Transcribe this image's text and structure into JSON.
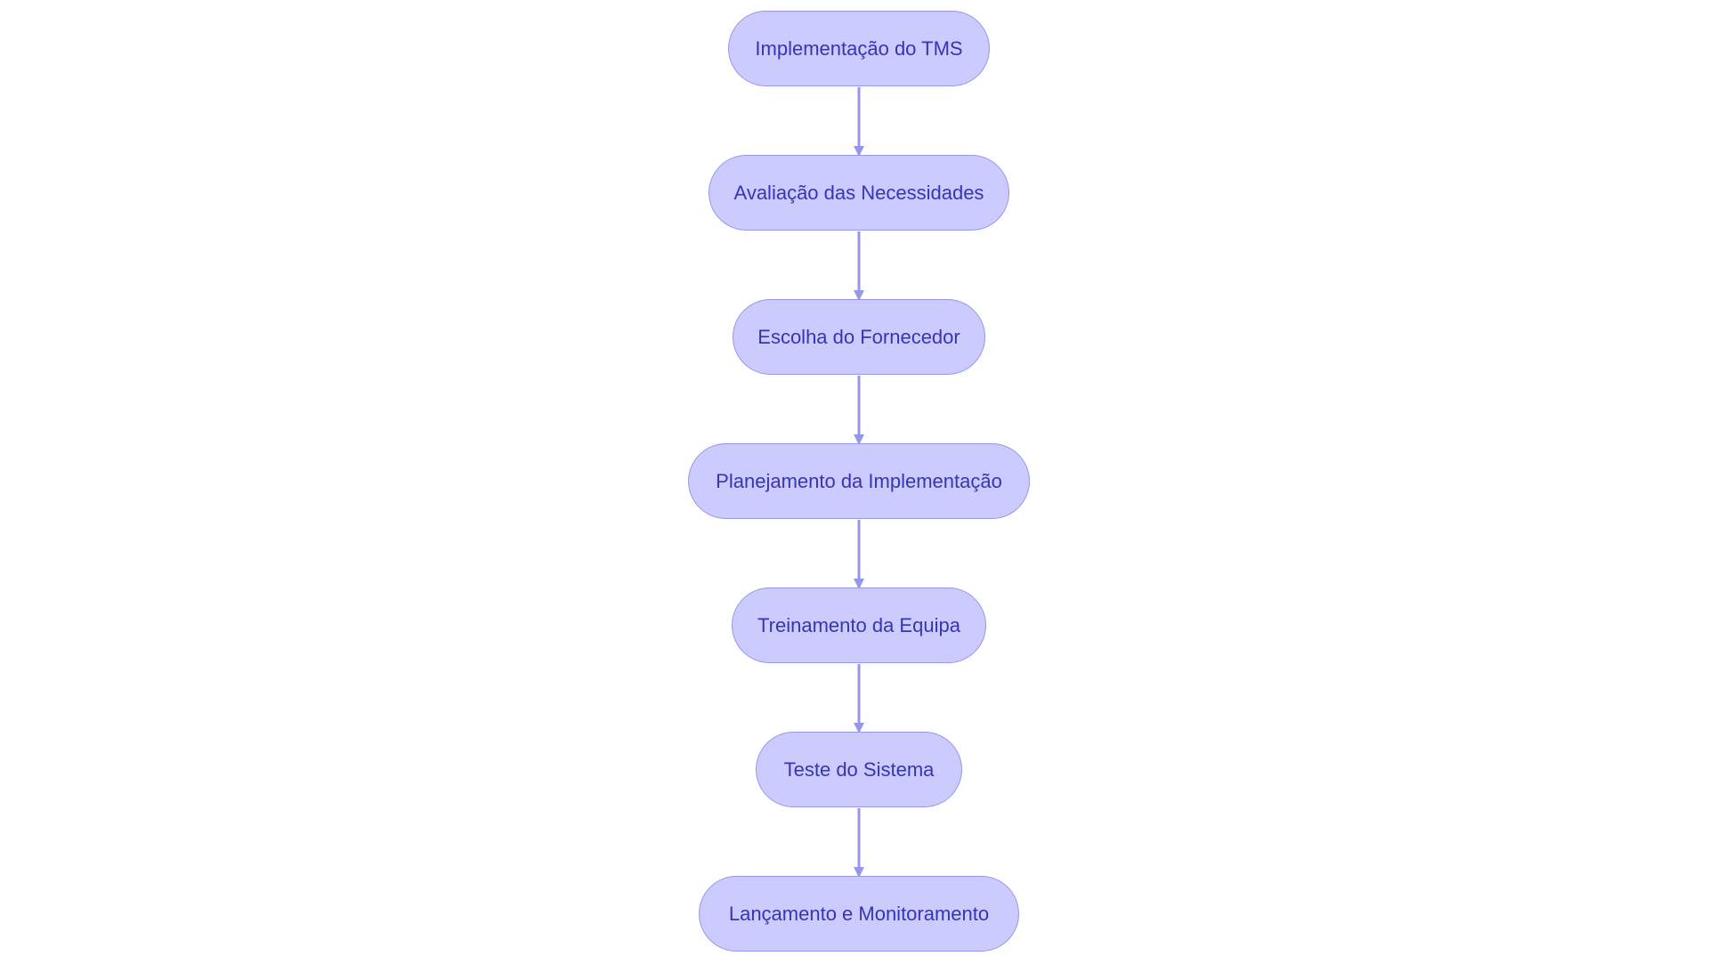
{
  "diagram": {
    "type": "flowchart",
    "direction": "top-down",
    "colors": {
      "node_fill": "#cbcbfe",
      "node_border": "#9696ea",
      "node_text": "#3535b6",
      "edge": "#9696ea"
    },
    "nodes": [
      {
        "id": "n1",
        "label": "Implementação do TMS"
      },
      {
        "id": "n2",
        "label": "Avaliação das Necessidades"
      },
      {
        "id": "n3",
        "label": "Escolha do Fornecedor"
      },
      {
        "id": "n4",
        "label": "Planejamento da Implementação"
      },
      {
        "id": "n5",
        "label": "Treinamento da Equipa"
      },
      {
        "id": "n6",
        "label": "Teste do Sistema"
      },
      {
        "id": "n7",
        "label": "Lançamento e Monitoramento"
      }
    ],
    "edges": [
      {
        "from": "n1",
        "to": "n2"
      },
      {
        "from": "n2",
        "to": "n3"
      },
      {
        "from": "n3",
        "to": "n4"
      },
      {
        "from": "n4",
        "to": "n5"
      },
      {
        "from": "n5",
        "to": "n6"
      },
      {
        "from": "n6",
        "to": "n7"
      }
    ]
  }
}
